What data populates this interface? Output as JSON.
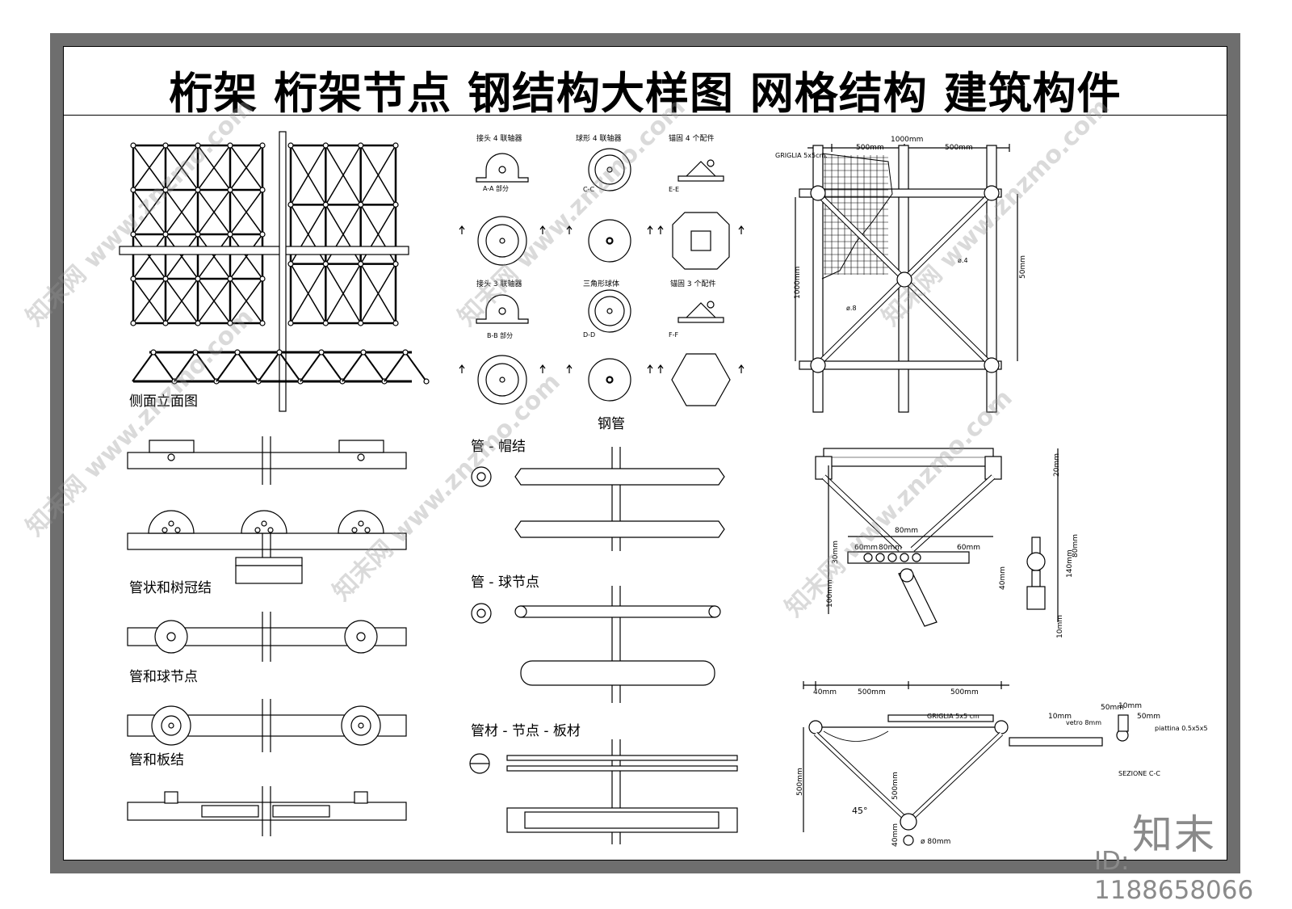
{
  "title": "桁架  桁架节点  钢结构大样图  网格结构  建筑构件",
  "labels": {
    "side_elevation": "侧面立面图",
    "tube_crown": "管状和树冠结",
    "tube_ball": "管和球节点",
    "tube_plate": "管和板结",
    "steel_pipe": "钢管",
    "pipe_cap": "管 - 帽结",
    "pipe_ball": "管 - 球节点",
    "pipe_node_plate": "管材 - 节点 - 板材"
  },
  "node_labels": {
    "joint4": "接头 4 联轴器",
    "ball4": "球形 4 联轴器",
    "anchor4": "锚固 4 个配件",
    "aa": "A-A 部分",
    "cc": "C-C",
    "ee": "E-E",
    "joint3": "接头 3 联轴器",
    "tri_ball": "三角形球体",
    "anchor3": "锚固 3 个配件",
    "bb": "B-B 部分",
    "dd": "D-D",
    "ff": "F-F"
  },
  "dims": {
    "d1000": "1000mm",
    "d500a": "500mm",
    "d500b": "500mm",
    "griglia": "GRIGLIA 5x5cm.",
    "v1000": "1000mm",
    "v50": "50mm",
    "phi4": "ø.4",
    "phi8": "ø.8",
    "d20": "20mm",
    "d80": "80mm",
    "d60a": "60mm",
    "d80a": "80mm",
    "d60b": "60mm",
    "d30": "30mm",
    "d100": "100mm",
    "d40": "40mm",
    "d80v": "80mm",
    "d140": "140mm",
    "d10": "10mm",
    "d40b": "40mm",
    "d500c": "500mm",
    "d500d": "500mm",
    "d50": "50mm",
    "d10b": "10mm",
    "d50b": "50mm",
    "d10c": "10mm",
    "angle45": "45°",
    "v500": "500mm",
    "v500b": "500mm",
    "d40v": "40mm",
    "phi80": "ø 80mm",
    "sezione": "SEZIONE C-C",
    "piattina": "piattina 0.5x5x5",
    "vetro": "vetro 8mm",
    "griglia2": "GRIGLIA 5x5 cm"
  },
  "watermark": "知末网 www.znzmo.com",
  "logo": "知末",
  "id_text": "ID: 1188658066"
}
